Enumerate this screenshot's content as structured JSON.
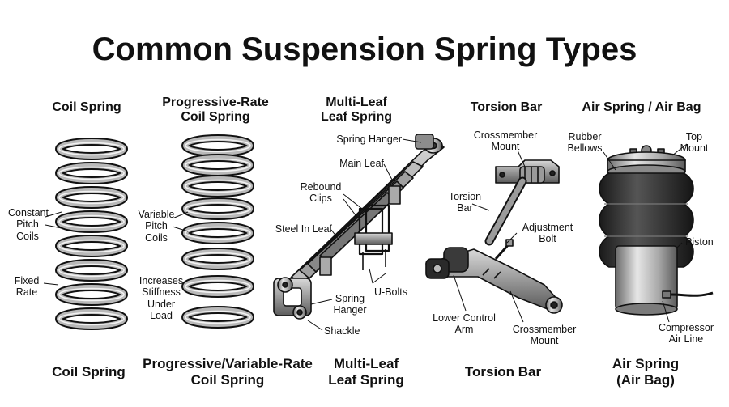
{
  "title": "Common Suspension Spring Types",
  "columns": [
    {
      "top": [
        "Coil Spring"
      ],
      "bottom": [
        "Coil Spring"
      ]
    },
    {
      "top": [
        "Progressive-Rate",
        "Coil Spring"
      ],
      "bottom": [
        "Progressive/Variable-Rate",
        "Coil Spring"
      ]
    },
    {
      "top": [
        "Multi-Leaf",
        "Leaf Spring"
      ],
      "bottom": [
        "Multi-Leaf",
        "Leaf Spring"
      ]
    },
    {
      "top": [
        "Torsion Bar"
      ],
      "bottom": [
        "Torsion Bar"
      ]
    },
    {
      "top": [
        "Air Spring / Air Bag"
      ],
      "bottom": [
        "Air Spring",
        "(Air Bag)"
      ]
    }
  ],
  "callouts": {
    "constant_pitch": [
      "Constant",
      "Pitch",
      "Coils"
    ],
    "fixed_rate": [
      "Fixed",
      "Rate"
    ],
    "variable_pitch": [
      "Variable",
      "Pitch",
      "Coils"
    ],
    "increases_stiffness": [
      "Increases",
      "Stiffness",
      "Under",
      "Load"
    ],
    "spring_hanger_top": [
      "Spring Hanger"
    ],
    "main_leaf": [
      "Main Leaf"
    ],
    "rebound_clips": [
      "Rebound",
      "Clips"
    ],
    "steel_in_leaf": [
      "Steel In Leaf"
    ],
    "spring_hanger_bottom": [
      "Spring",
      "Hanger"
    ],
    "u_bolts": [
      "U-Bolts"
    ],
    "shackle": [
      "Shackle"
    ],
    "crossmember_mount_top": [
      "Crossmember",
      "Mount"
    ],
    "torsion_bar": [
      "Torsion",
      "Bar"
    ],
    "adjustment_bolt": [
      "Adjustment",
      "Bolt"
    ],
    "lower_control_arm": [
      "Lower Control",
      "Arm"
    ],
    "crossmember_mount_bottom": [
      "Crossmember",
      "Mount"
    ],
    "rubber_bellows": [
      "Rubber",
      "Bellows"
    ],
    "top_mount": [
      "Top",
      "Mount"
    ],
    "piston": [
      "Piston"
    ],
    "compressor_air_line": [
      "Compressor",
      "Air Line"
    ]
  }
}
